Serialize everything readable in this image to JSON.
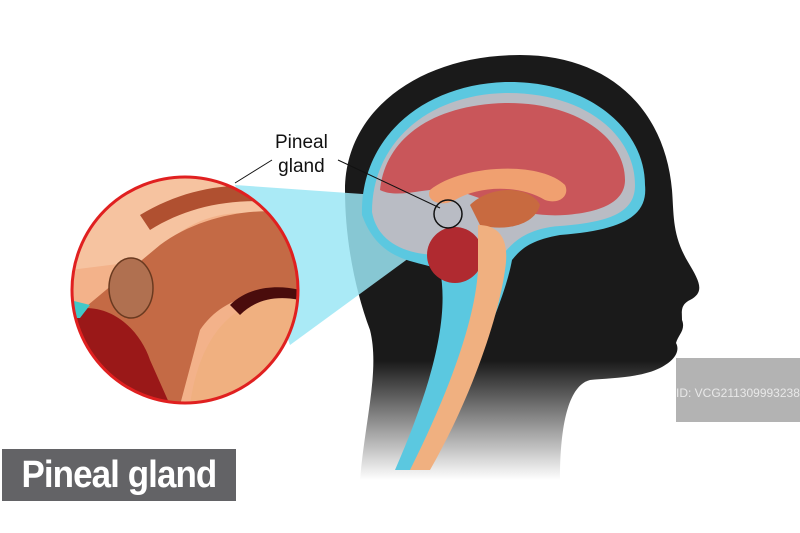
{
  "diagram": {
    "title": "Pineal gland",
    "callout_label_line1": "Pineal",
    "callout_label_line2": "gland"
  },
  "watermark": {
    "logo": "VCG",
    "id_text": "ID: VCG211309993238"
  },
  "colors": {
    "head": "#1a1a1a",
    "cortex": "#c9565a",
    "csf": "#5bc8e0",
    "cone": "#9be6f5",
    "circle_border": "#e02020",
    "title_bg": "#636366"
  }
}
